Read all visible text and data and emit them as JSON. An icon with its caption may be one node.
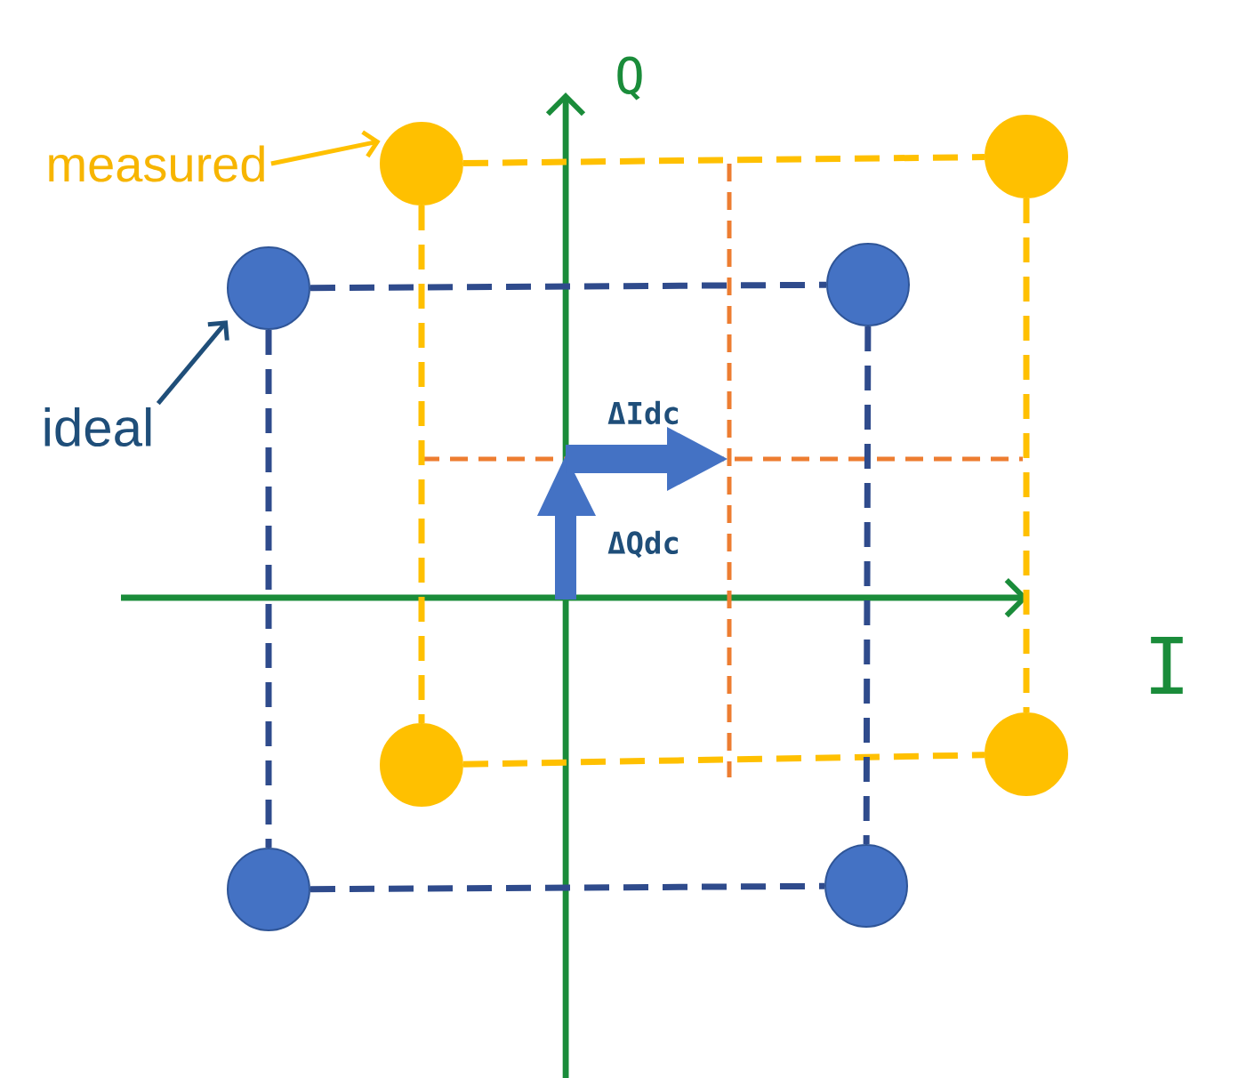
{
  "diagram": {
    "nodes": [
      {
        "text": [
          "measured"
        ]
      },
      {
        "text": [],
        "shape": "circle"
      },
      {
        "text": [],
        "shape": "circle"
      },
      {
        "text": [],
        "shape": "circle"
      },
      {
        "text": [],
        "shape": "circle"
      },
      {
        "text": [
          "ideal"
        ]
      },
      {
        "text": [],
        "shape": "circle"
      },
      {
        "text": [],
        "shape": "circle"
      },
      {
        "text": [],
        "shape": "circle"
      },
      {
        "text": [],
        "shape": "circle"
      }
    ],
    "edges": [
      {
        "from": 0,
        "to": 1,
        "arrow": "to",
        "color": "#ffc000"
      },
      {
        "from": 5,
        "to": 3,
        "arrow": "to",
        "color": "#1f4e79"
      },
      {
        "from": 1,
        "to": 2,
        "arrow": "none",
        "style": "dashed",
        "color": "#ffc000"
      },
      {
        "from": 1,
        "to": 6,
        "arrow": "none",
        "style": "dashed",
        "color": "#ffc000"
      },
      {
        "from": 2,
        "to": 7,
        "arrow": "none",
        "style": "dashed",
        "color": "#ffc000"
      },
      {
        "from": 6,
        "to": 7,
        "arrow": "none",
        "style": "dashed",
        "color": "#ffc000"
      },
      {
        "from": 3,
        "to": 4,
        "arrow": "none",
        "style": "dashed",
        "color": "#2f4b8c"
      },
      {
        "from": 3,
        "to": 8,
        "arrow": "none",
        "style": "dashed",
        "color": "#2f4b8c"
      },
      {
        "from": 4,
        "to": 9,
        "arrow": "none",
        "style": "dashed",
        "color": "#2f4b8c"
      },
      {
        "from": 8,
        "to": 9,
        "arrow": "none",
        "style": "dashed",
        "color": "#2f4b8c"
      }
    ],
    "labels": [
      "Q",
      "ΔIdc",
      "ΔQdc",
      "I"
    ]
  }
}
